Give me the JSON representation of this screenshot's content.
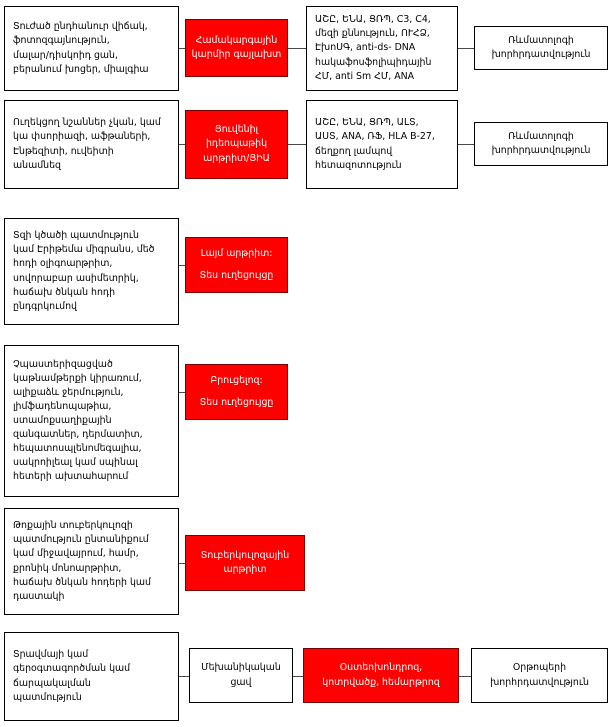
{
  "diagram": {
    "title": "Armenian pediatric joint-pain differential diagnosis flowchart",
    "colors": {
      "highlight": "#FE0000",
      "highlight_text": "#FFFFFF",
      "box_border": "#000000",
      "box_fill": "#FFFFFF",
      "connector": "#4A4A4A"
    },
    "rows": [
      {
        "id": "row-sle",
        "findings": "Տուժած ընդհանուր վիճակ,\nֆոտոզգայնություն,\nմալար/դիսկոիդ ցան,\nբերանում խոցեր, միալգիա",
        "diagnosis": "Համակարգային\nկարմիր գայլախտ",
        "workup": "ԱՇԸ, ԵՆԱ, ՑՌՊ, C3, C4,\nմեզի քննություն, ՈՒՀՁ,\nԷխոՍԳ, anti-ds- DNA\nհակաֆոսֆոլիպիդային\nՀՄ, anti Sm ՀՄ, ANA",
        "referral": "Ռևմատոլոգի\nխորհրդատվություն"
      },
      {
        "id": "row-jia",
        "findings": "Ուղեկցող նշաններ չկան, կամ\nկա փսորիազի, աֆթաների,\nԷնթեզիտի, ուվեիտի\nանամնեզ",
        "diagnosis": "Յուվենիլ\nիդեոպաթիկ\nարթրիտ/ՅԻԱ",
        "workup": "ԱՇԸ, ԵՆԱ, ՑՌՊ, ԱԼՏ,\nԱՍՏ, ANA, ՌՖ, HLA B-27,\nճեղքող լամպով\nհետազոտություն",
        "referral": "Ռևմատոլոգի\nխորհրդատվություն"
      },
      {
        "id": "row-lyme",
        "findings": "Տզի կծածի պատմություն\nկամ Էրիթեմա միգրանս, մեծ\nհոդի օլիգոարթրիտ,\nսովորաբար ասիմետրիկ,\nհաճախ ծնկան հոդի\nընդգրկումով",
        "diagnosis": "Լայմ արթրիտ:\nՏես ուղեցույցը",
        "workup": "",
        "referral": ""
      },
      {
        "id": "row-brucellosis",
        "findings": "Չպաստերիզացված\nկաթնամթերքի կիրառում,\nալիքաձև ջերմություն,\nլիմֆադենոպաթիա,\nստամոքսաղիքային\nզանգատներ, դերմատիտ,\nհեպատոսպլենոմեգալիա,\nսակրոիլեալ կամ սպինալ\nհետերի ախտահարում",
        "diagnosis": "Բրուցելոզ:\nՏես ուղեցույցը",
        "workup": "",
        "referral": ""
      },
      {
        "id": "row-tuberculosis",
        "findings": "Թոքային տուբերկուլոզի\nպատմություն ընտանիքում\nկամ միջավայրում, համր,\nքրոնիկ մոնոարթրիտ,\nհաճախ ծնկան հոդերի կամ\nդաստակի",
        "diagnosis": "Տուբերկուլոզային\nարթրիտ",
        "workup": "",
        "referral": ""
      },
      {
        "id": "row-mechanical",
        "findings": "Տրավմայի կամ\nգերօգտագործման կամ\nճարպակալման\nպատմություն",
        "diagnosis": "Մեխանիկական\nցավ",
        "workup": "Օստեոխոնդրոզ,\nկոտրվածք, հեմարթրոզ",
        "referral": "Օրթոպերի\nխորհրդատվություն"
      }
    ]
  }
}
